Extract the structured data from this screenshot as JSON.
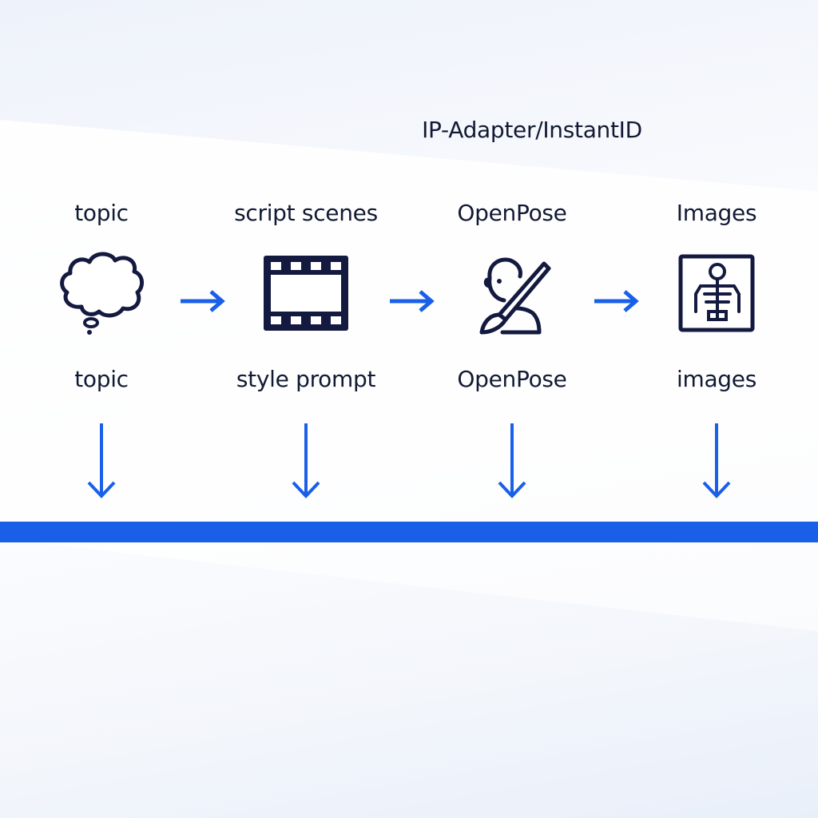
{
  "header": {
    "title": "IP-Adapter/InstantID"
  },
  "columns": [
    {
      "top_label": "topic",
      "icon": "thought-cloud-icon",
      "bottom_label": "topic"
    },
    {
      "top_label": "script scenes",
      "icon": "film-strip-icon",
      "bottom_label": "style prompt"
    },
    {
      "top_label": "OpenPose",
      "icon": "person-brush-icon",
      "bottom_label": "OpenPose"
    },
    {
      "top_label": "Images",
      "icon": "skeleton-xray-icon",
      "bottom_label": "images"
    }
  ],
  "colors": {
    "accent": "#1a5fe8",
    "icon": "#141a3f"
  }
}
